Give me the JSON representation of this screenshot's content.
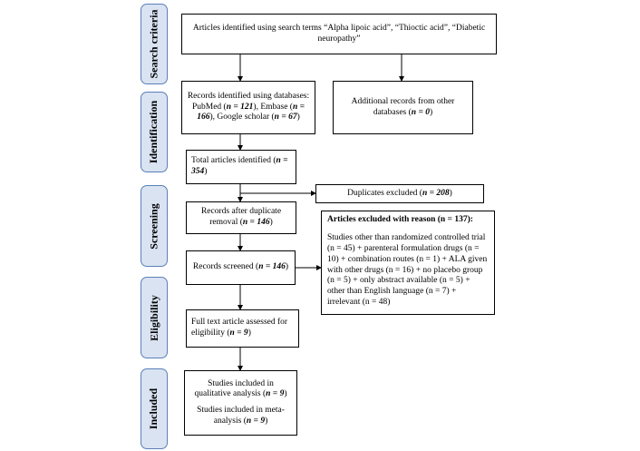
{
  "stages": {
    "search": "Search criteria",
    "identification": "Identification",
    "screening": "Screening",
    "eligibility": "Eligibility",
    "included": "Included"
  },
  "boxes": {
    "search_terms": "Articles identified using search terms “Alpha lipoic acid”, “Thioctic acid”, “Diabetic neuropathy”",
    "databases_pre": "Records identified using databases: PubMed (",
    "pubmed_n": "n = 121",
    "databases_mid1": "), Embase (",
    "embase_n": "n = 166",
    "databases_mid2": "), Google scholar (",
    "scholar_n": "n = 67",
    "databases_post": ")",
    "additional_pre": "Additional records from other databases (",
    "additional_n": "n = 0",
    "additional_post": ")",
    "total_pre": "Total articles identified (",
    "total_n": "n = 354",
    "total_post": ")",
    "duplicates_pre": "Duplicates excluded (",
    "duplicates_n": "n = 208",
    "duplicates_post": ")",
    "after_dup_pre": "Records after duplicate removal (",
    "after_dup_n": "n = 146",
    "after_dup_post": ")",
    "screened_pre": "Records screened (",
    "screened_n": "n = 146",
    "screened_post": ")",
    "excluded_title": "Articles excluded with reason (n = 137):",
    "excluded_body": "Studies other than randomized controlled trial (n = 45) + parenteral formulation drugs (n = 10) + combination routes (n = 1) + ALA given with other drugs (n = 16) + no placebo group (n = 5) + only abstract available (n = 5) + other than English language (n = 7) + irrelevant (n = 48)",
    "fulltext_pre": "Full text article assessed for eligibility (",
    "fulltext_n": "n = 9",
    "fulltext_post": ")",
    "qual_pre": "Studies included in qualitative analysis (",
    "qual_n": "n = 9",
    "qual_post": ")",
    "meta_pre": "Studies included in meta-analysis (",
    "meta_n": "n = 9",
    "meta_post": ")"
  }
}
